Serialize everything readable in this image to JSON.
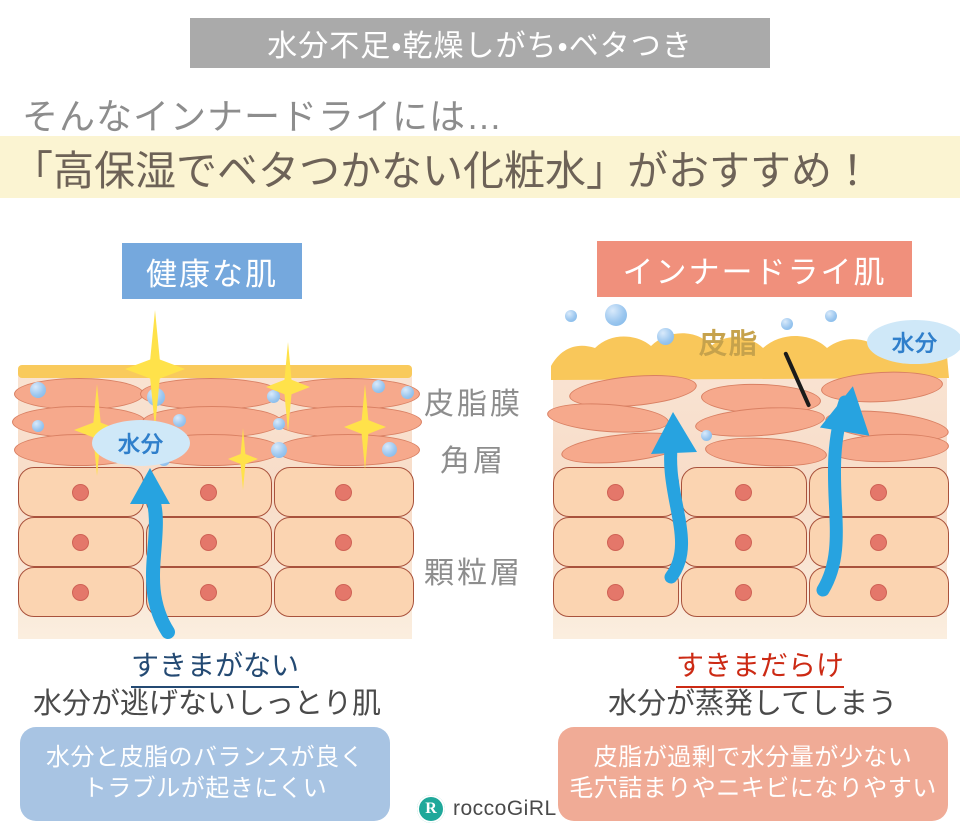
{
  "header": {
    "headline_bar": "水分不足・乾燥しがち・ベタつき",
    "subhead": "そんなインナードライには…",
    "recommend": "「高保湿でベタつかない化粧水」がおすすめ！",
    "headline_bar_bg": "#aaaaaa",
    "recommend_bg": "#fbf4d2",
    "recommend_color": "#6d6257"
  },
  "panels": {
    "left": {
      "tag": "健康な肌",
      "tag_bg": "#75a8dd",
      "water_badge": "水分",
      "caption_strong": "すきまがない",
      "caption_strong_color": "#244a73",
      "caption_sub": "水分が逃げないしっとり肌",
      "box_lines": [
        "水分と皮脂のバランスが良く",
        "トラブルが起きにくい"
      ],
      "box_bg": "#a8c4e3"
    },
    "right": {
      "tag": "インナードライ肌",
      "tag_bg": "#f0907c",
      "water_badge": "水分",
      "sebum_callout": "皮脂",
      "sebum_callout_color": "#c6a24c",
      "caption_strong": "すきまだらけ",
      "caption_strong_color": "#cc2a14",
      "caption_sub": "水分が蒸発してしまう",
      "box_lines": [
        "皮脂が過剰で水分量が少ない",
        "毛穴詰まりやニキビになりやすい"
      ],
      "box_bg": "#f0ab96"
    }
  },
  "layer_labels": {
    "sebum_film": "皮脂膜",
    "stratum_corneum": "角層",
    "granular_layer": "顆粒層",
    "color": "#8d8d8d"
  },
  "logo": {
    "mark": "R",
    "text": "roccoGiRL",
    "mark_bg": "#1fa89a"
  },
  "palette": {
    "sebum_yellow": "#f9ca5c",
    "corneocyte_fill": "#f6a98c",
    "corneocyte_stroke": "#d98063",
    "granular_fill": "#fbd4b1",
    "granular_stroke": "#a9523c",
    "nucleus": "#e4776a",
    "arrow_blue": "#27a3e0",
    "droplet_blue": "#7bb5e8",
    "sparkle_yellow": "#ffe24a"
  }
}
